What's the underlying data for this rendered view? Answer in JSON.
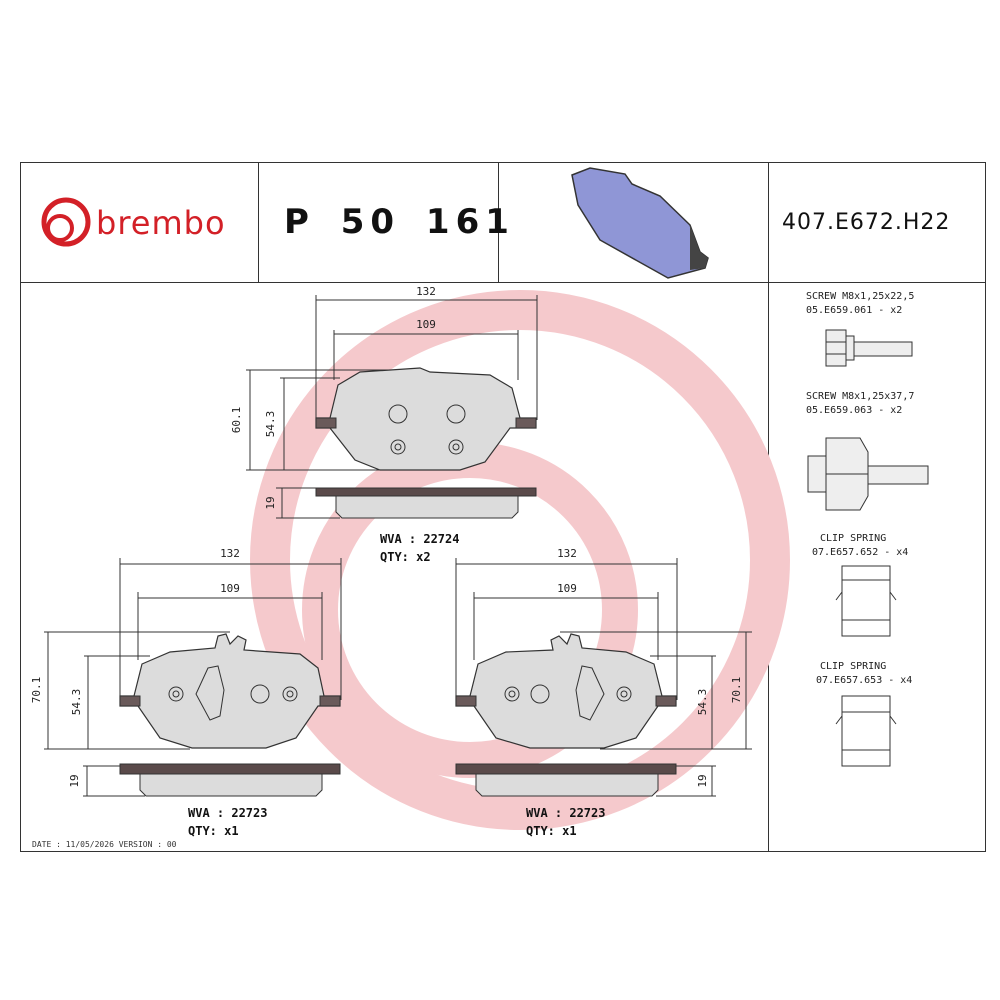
{
  "header": {
    "brand": "brembo",
    "part_number": "P 50 161",
    "reference": "407.E672.H22"
  },
  "pads": [
    {
      "dims": {
        "width_outer": "132",
        "width_inner": "109",
        "height_outer": "60.1",
        "height_inner": "54.3",
        "thickness": "19"
      },
      "wva": "WVA : 22724",
      "qty": "QTY: x2"
    },
    {
      "dims": {
        "width_outer": "132",
        "width_inner": "109",
        "height_outer": "70.1",
        "height_inner": "54.3",
        "thickness": "19"
      },
      "wva": "WVA : 22723",
      "qty": "QTY: x1"
    },
    {
      "dims": {
        "width_outer": "132",
        "width_inner": "109",
        "height_outer": "70.1",
        "height_inner": "54.3",
        "thickness": "19"
      },
      "wva": "WVA : 22723",
      "qty": "QTY: x1"
    }
  ],
  "accessories": [
    {
      "name": "SCREW M8x1,25x22,5",
      "code": "05.E659.061 - x2"
    },
    {
      "name": "SCREW M8x1,25x37,7",
      "code": "05.E659.063 - x2"
    },
    {
      "name": "CLIP SPRING",
      "code": "07.E657.652 - x4"
    },
    {
      "name": "CLIP SPRING",
      "code": "07.E657.653 - x4"
    }
  ],
  "footer": {
    "date": "DATE : 11/05/2026 VERSION : 00"
  },
  "colors": {
    "brand_red": "#d32027",
    "watermark": "#f5c9cc",
    "pad_fill": "#dcdcdc",
    "plate": "#5a4a4a",
    "thumb_fill": "#8f96d6"
  }
}
